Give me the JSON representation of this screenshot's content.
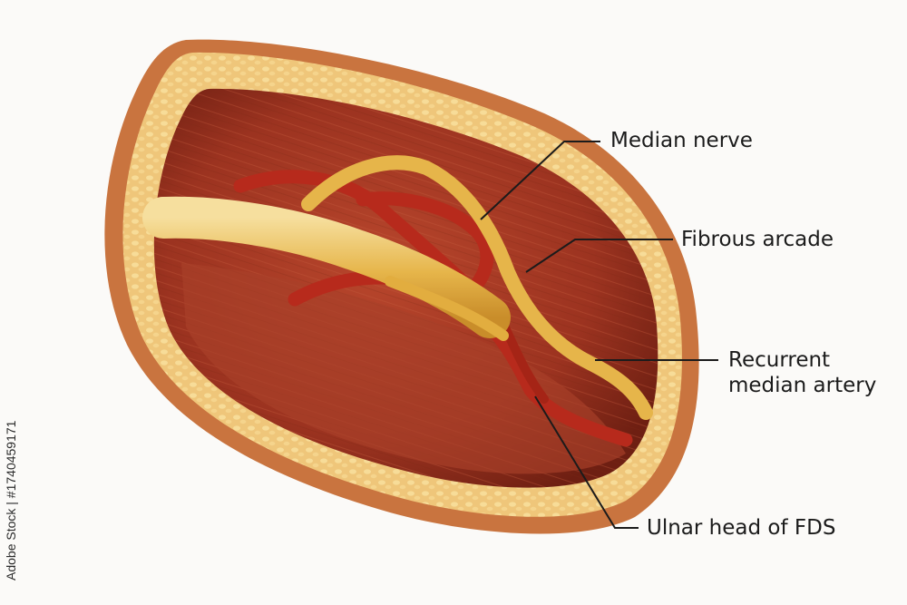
{
  "diagram": {
    "labels": {
      "median_nerve": "Median nerve",
      "fibrous_arcade": "Fibrous arcade",
      "recurrent_median_artery": "Recurrent median artery",
      "ulnar_head_fds": "Ulnar head of FDS"
    },
    "stock_id": "Adobe Stock | #1740459171",
    "colors": {
      "background": "#fbfaf8",
      "fat_layer": "#efc67a",
      "skin_rim": "#c9743f",
      "muscle": "#a63a24",
      "nerve": "#e9b441",
      "artery": "#b72a1c",
      "leader_line": "#1b1b1b"
    }
  }
}
